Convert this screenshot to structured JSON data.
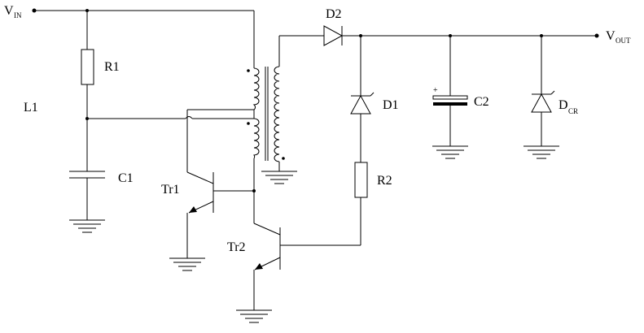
{
  "labels": {
    "vin": "V",
    "vin_sub": "IN",
    "vout": "V",
    "vout_sub": "OUT",
    "r1": "R1",
    "l1": "L1",
    "c1": "C1",
    "tr1": "Tr1",
    "tr2": "Tr2",
    "d2": "D2",
    "d1": "D1",
    "r2": "R2",
    "c2": "C2",
    "dcr": "D",
    "dcr_sub": "CR",
    "c2_plus": "+"
  }
}
